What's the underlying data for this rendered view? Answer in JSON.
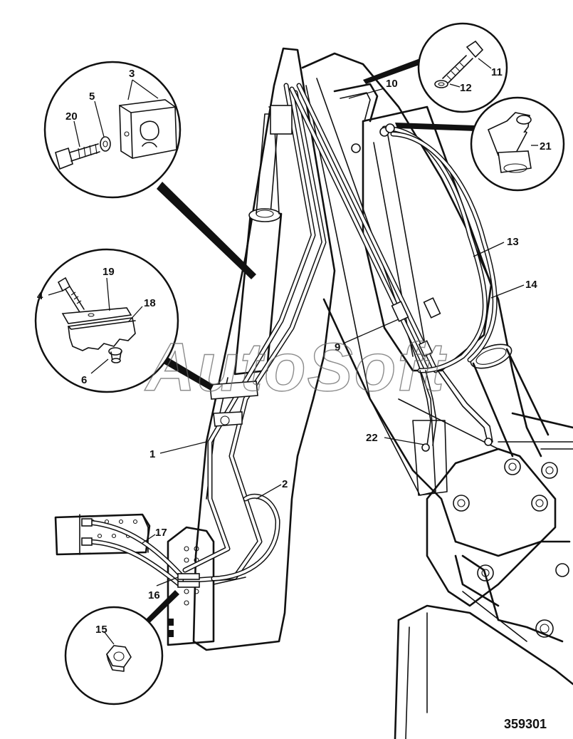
{
  "watermark": "AutoSoft",
  "figure_number": "359301",
  "callouts": {
    "c1": "1",
    "c2": "2",
    "c3": "3",
    "c4": "4",
    "c5": "5",
    "c6": "6",
    "c9": "9",
    "c10": "10",
    "c11": "11",
    "c12": "12",
    "c13": "13",
    "c14": "14",
    "c15": "15",
    "c16": "16",
    "c17": "17",
    "c18": "18",
    "c19": "19",
    "c20": "20",
    "c21": "21",
    "c22": "22"
  }
}
